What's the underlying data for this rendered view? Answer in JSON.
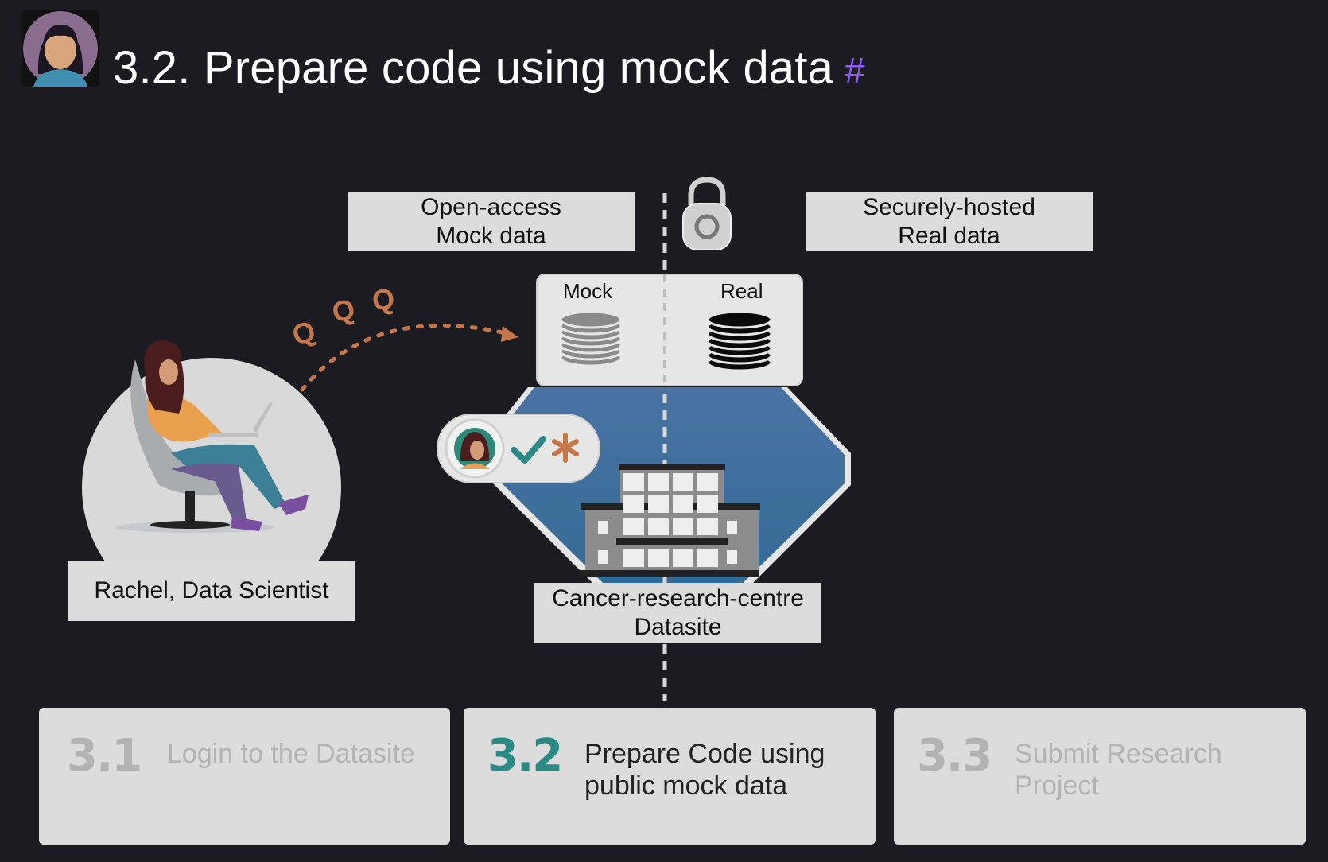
{
  "header": {
    "title": "3.2. Prepare code using mock data",
    "anchor": "#"
  },
  "diagram": {
    "mock_data_label_line1": "Open-access",
    "mock_data_label_line2": "Mock data",
    "real_data_label_line1": "Securely-hosted",
    "real_data_label_line2": "Real data",
    "db_mock": "Mock",
    "db_real": "Real",
    "persona_label": "Rachel, Data Scientist",
    "datasite_label_line1": "Cancer-research-centre",
    "datasite_label_line2": "Datasite",
    "query_glyph": "Q",
    "colors": {
      "query_orange": "#c6774a",
      "check_teal": "#2b8a85",
      "shield_blue": "#3a6d9a",
      "anchor_purple": "#8f5bff"
    }
  },
  "steps": [
    {
      "number": "3.1",
      "text_line1": "Login to the Datasite",
      "text_line2": "",
      "state": "inactive"
    },
    {
      "number": "3.2",
      "text_line1": "Prepare Code using",
      "text_line2": "public mock data",
      "state": "active"
    },
    {
      "number": "3.3",
      "text_line1": "Submit Research",
      "text_line2": "Project",
      "state": "inactive"
    }
  ]
}
